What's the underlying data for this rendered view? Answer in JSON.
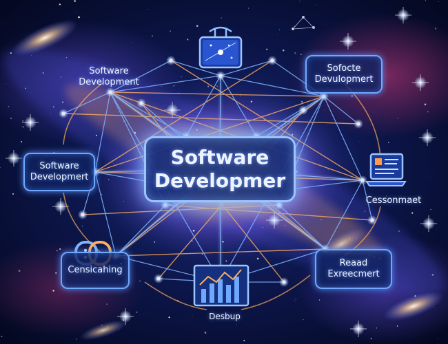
{
  "center": {
    "label": "Software\nDevelopmer"
  },
  "nodes": {
    "top_left": "Software\nDevelopment",
    "top_right": "Sofocte\nDevulopmert",
    "middle_left": "Software\nDevelopmert",
    "middle_right": "Cessonmaet",
    "bottom_left": "Censicahing",
    "bottom_right": "Reaad\nExreecmert",
    "bottom": "Desbup"
  },
  "icons": {
    "top": "telescope-screen-icon",
    "right": "laptop-icon",
    "bottom": "bar-chart-icon",
    "left": "link-icon"
  },
  "colors": {
    "background": "#050a26",
    "glow_blue": "#6fa8ff",
    "glow_orange": "#ffb066",
    "text": "#eef3ff"
  }
}
